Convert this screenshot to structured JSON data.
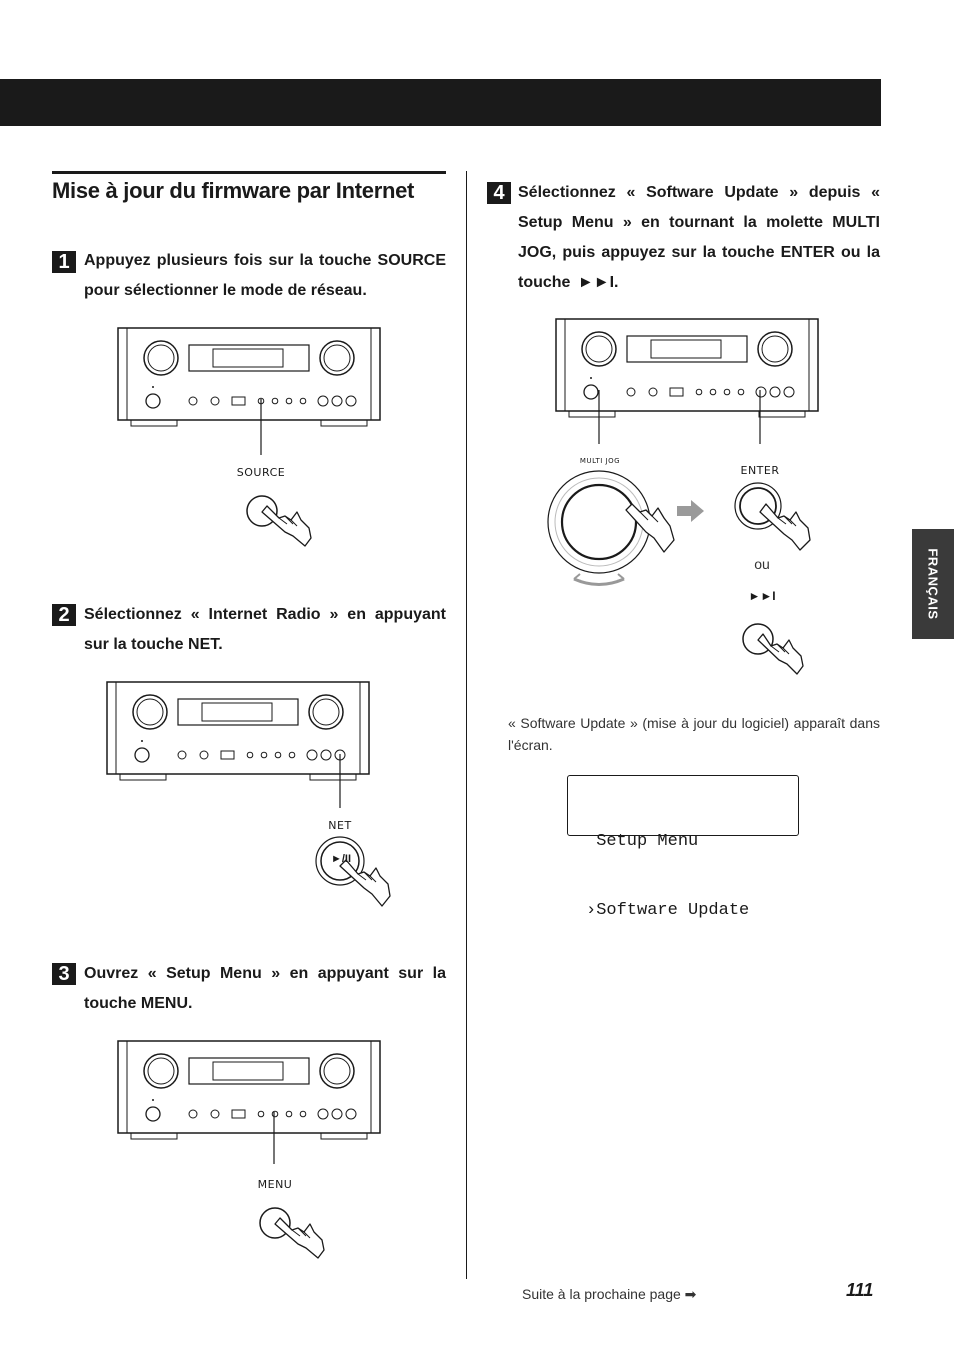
{
  "section_title": "Mise à jour du firmware par Internet",
  "side_tab": "FRANÇAIS",
  "steps": [
    {
      "num": "1",
      "text": "Appuyez plusieurs fois sur la touche SOURCE pour sélectionner le mode de réseau."
    },
    {
      "num": "2",
      "text": "Sélectionnez « Internet Radio » en appuyant sur la touche NET."
    },
    {
      "num": "3",
      "text": "Ouvrez « Setup Menu » en appuyant sur la touche MENU."
    },
    {
      "num": "4",
      "text": "Sélectionnez « Software Update » depuis « Setup Menu » en tournant la molette MULTI JOG, puis appuyez sur la touche ENTER ou la touche",
      "symbol": "►►I",
      "end": "."
    }
  ],
  "labels": {
    "source": "SOURCE",
    "net": "NET",
    "play_pause": "►/II",
    "menu": "MENU",
    "multi_jog": "MULTI JOG",
    "enter": "ENTER",
    "ou": "ou",
    "skip": "►►I"
  },
  "note": "« Software Update » (mise à jour du logiciel) apparaît dans l'écran.",
  "lcd": {
    "line1": " Setup Menu",
    "line2": "›Software Update"
  },
  "footer": {
    "next": "Suite à la prochaine page ➡",
    "page": "111"
  }
}
